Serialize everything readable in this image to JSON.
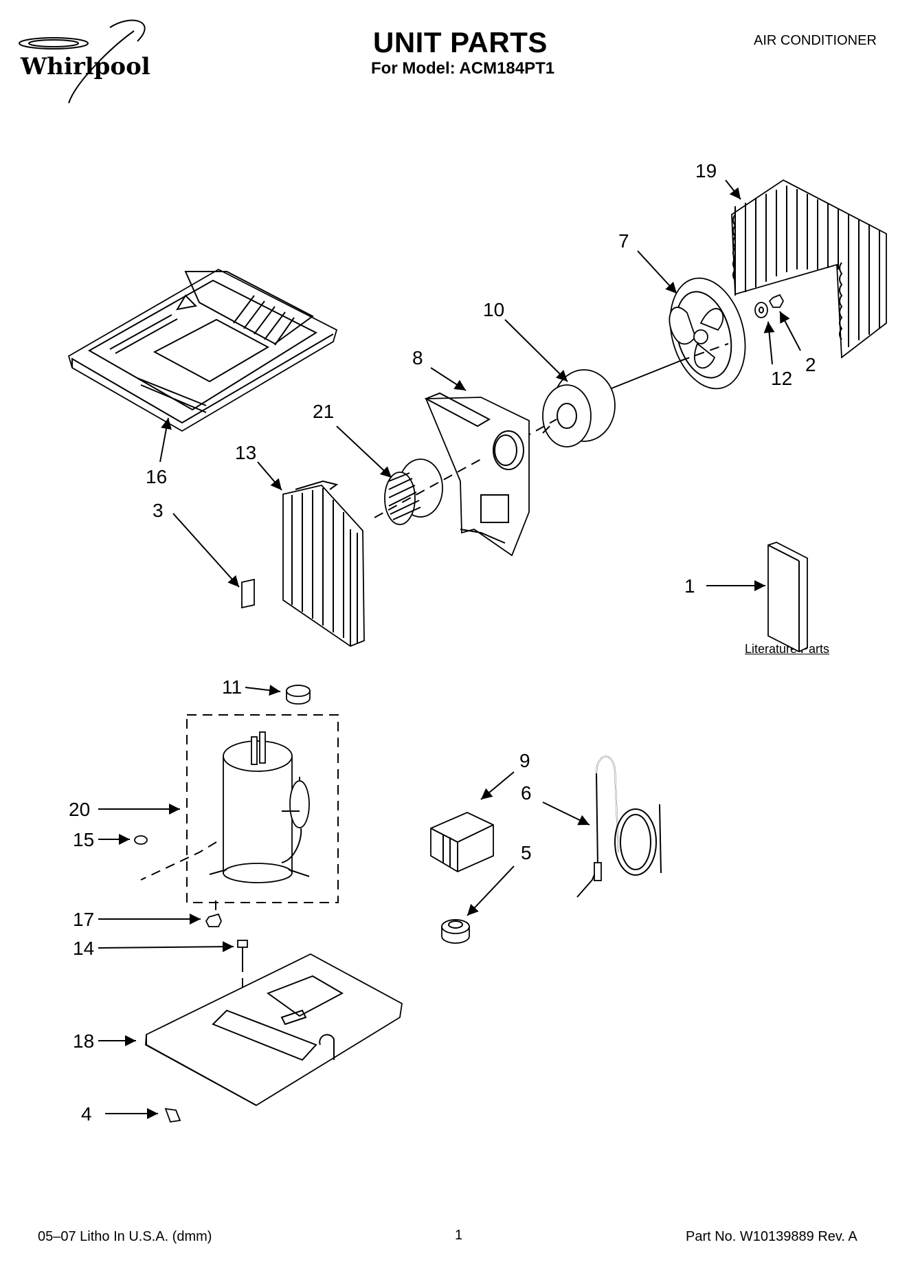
{
  "header": {
    "brand": "Whirlpool",
    "title": "UNIT PARTS",
    "model_line": "For Model: ACM184PT1",
    "category": "AIR CONDITIONER"
  },
  "callouts": {
    "c1": "1",
    "c2": "2",
    "c3": "3",
    "c4": "4",
    "c5": "5",
    "c6": "6",
    "c7": "7",
    "c8": "8",
    "c9": "9",
    "c10": "10",
    "c11": "11",
    "c12": "12",
    "c13": "13",
    "c14": "14",
    "c15": "15",
    "c16": "16",
    "c17": "17",
    "c18": "18",
    "c19": "19",
    "c20": "20",
    "c21": "21"
  },
  "literature_label": "Literature Parts",
  "footer": {
    "left": "05–07 Litho In U.S.A. (dmm)",
    "page": "1",
    "right": "Part No. W10139889 Rev. A"
  }
}
